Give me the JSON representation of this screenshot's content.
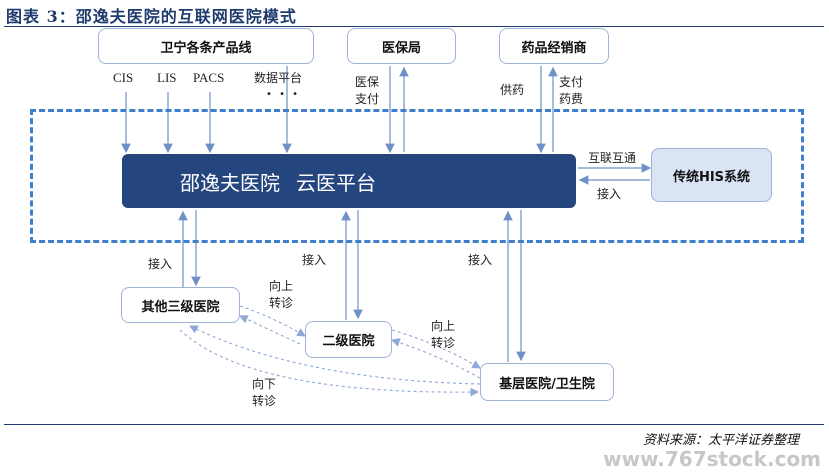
{
  "title": "图表 3：邵逸夫医院的互联网医院模式",
  "nodes": {
    "top_products": "卫宁各条产品线",
    "insurance_bureau": "医保局",
    "pharma_distributor": "药品经销商",
    "platform_name": "邵逸夫医院",
    "platform_cloud": "云医平台",
    "his": "传统HIS系统",
    "tertiary": "其他三级医院",
    "secondary": "二级医院",
    "primary": "基层医院/卫生院"
  },
  "labels": {
    "cis": "CIS",
    "lis": "LIS",
    "pacs": "PACS",
    "data_platform": "数据平台",
    "ellipsis": "• • •",
    "insurance_pay": "医保\n支付",
    "supply_drugs": "供药",
    "pay_drug_fee": "支付\n药费",
    "interconnect": "互联互通",
    "access_his": "接入",
    "access_left": "接入",
    "access_mid": "接入",
    "access_right": "接入",
    "refer_up_1": "向上\n转诊",
    "refer_up_2": "向上\n转诊",
    "refer_down": "向下\n转诊"
  },
  "source": "资料来源：太平洋证券整理",
  "watermark": "www.767stock.com",
  "colors": {
    "platform": "#24457e",
    "dashed_border": "#3d7fcc",
    "box_border": "#9fb3d6",
    "his_fill": "#dbe4f4",
    "title": "#1f3b6e"
  }
}
